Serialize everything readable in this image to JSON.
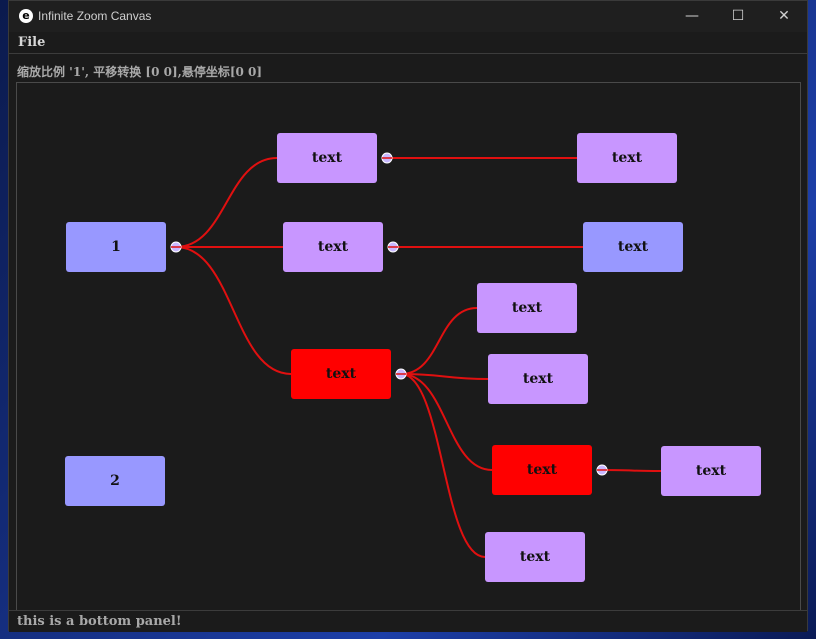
{
  "window": {
    "icon_glyph": "e",
    "title": "Infinite Zoom Canvas",
    "controls": {
      "minimize": "—",
      "maximize": "☐",
      "close": "✕"
    }
  },
  "menu": {
    "file": "File"
  },
  "status": "缩放比例 '1', 平移转换 [0 0],悬停坐标[0 0]",
  "bottom_panel": "this is a bottom panel!",
  "colors": {
    "node_purple": "#c896ff",
    "node_blue": "#9898ff",
    "node_red": "#ff0000",
    "edge": "#e01010",
    "port_fill": "#c8b8ff"
  },
  "nodes": [
    {
      "id": "n1",
      "label": "1",
      "color": "blue"
    },
    {
      "id": "n2",
      "label": "2",
      "color": "blue"
    },
    {
      "id": "t1",
      "label": "text",
      "color": "purple"
    },
    {
      "id": "t2",
      "label": "text",
      "color": "purple"
    },
    {
      "id": "t3",
      "label": "text",
      "color": "purple"
    },
    {
      "id": "t4",
      "label": "text",
      "color": "blue"
    },
    {
      "id": "r1",
      "label": "text",
      "color": "red"
    },
    {
      "id": "t5",
      "label": "text",
      "color": "purple"
    },
    {
      "id": "t6",
      "label": "text",
      "color": "purple"
    },
    {
      "id": "r2",
      "label": "text",
      "color": "red"
    },
    {
      "id": "t7",
      "label": "text",
      "color": "purple"
    },
    {
      "id": "t8",
      "label": "text",
      "color": "purple"
    }
  ],
  "edges": [
    {
      "from": "n1",
      "to": "t1"
    },
    {
      "from": "n1",
      "to": "t2"
    },
    {
      "from": "n1",
      "to": "r1"
    },
    {
      "from": "t1",
      "to": "t3"
    },
    {
      "from": "t2",
      "to": "t4"
    },
    {
      "from": "r1",
      "to": "t5"
    },
    {
      "from": "r1",
      "to": "t6"
    },
    {
      "from": "r1",
      "to": "r2"
    },
    {
      "from": "r1",
      "to": "t8"
    },
    {
      "from": "r2",
      "to": "t7"
    }
  ]
}
